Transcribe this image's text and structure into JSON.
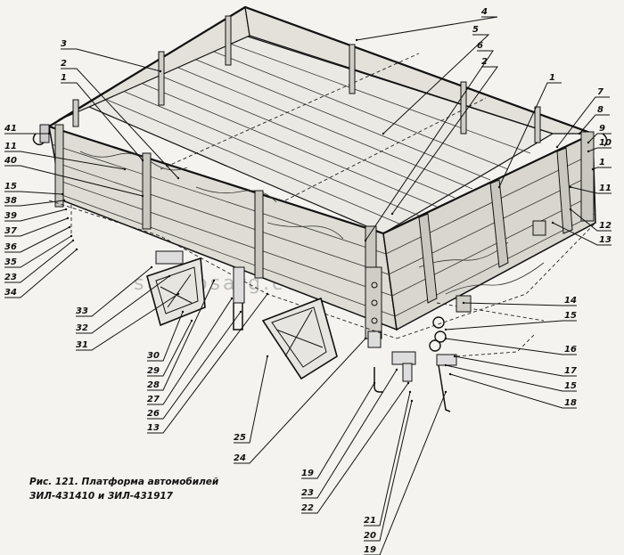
{
  "caption": {
    "line1": "Рис. 121. Платформа автомобилей",
    "line2": "ЗИЛ-431410 и ЗИЛ-431917"
  },
  "watermark": "studiosarg.com",
  "callouts": [
    {
      "id": "c4",
      "text": "4"
    },
    {
      "id": "c3",
      "text": "3"
    },
    {
      "id": "c5",
      "text": "5"
    },
    {
      "id": "c2a",
      "text": "2"
    },
    {
      "id": "c6",
      "text": "6"
    },
    {
      "id": "c2b",
      "text": "2"
    },
    {
      "id": "c1a",
      "text": "1"
    },
    {
      "id": "c1b",
      "text": "1"
    },
    {
      "id": "c7",
      "text": "7"
    },
    {
      "id": "c8",
      "text": "8"
    },
    {
      "id": "c9",
      "text": "9"
    },
    {
      "id": "c10",
      "text": "10"
    },
    {
      "id": "c1c",
      "text": "1"
    },
    {
      "id": "c11b",
      "text": "11"
    },
    {
      "id": "c12",
      "text": "12"
    },
    {
      "id": "c13b",
      "text": "13"
    },
    {
      "id": "c41",
      "text": "41"
    },
    {
      "id": "c11a",
      "text": "11"
    },
    {
      "id": "c40",
      "text": "40"
    },
    {
      "id": "c15a",
      "text": "15"
    },
    {
      "id": "c38",
      "text": "38"
    },
    {
      "id": "c39",
      "text": "39"
    },
    {
      "id": "c37",
      "text": "37"
    },
    {
      "id": "c36",
      "text": "36"
    },
    {
      "id": "c35",
      "text": "35"
    },
    {
      "id": "c23a",
      "text": "23"
    },
    {
      "id": "c34",
      "text": "34"
    },
    {
      "id": "c33",
      "text": "33"
    },
    {
      "id": "c32",
      "text": "32"
    },
    {
      "id": "c31",
      "text": "31"
    },
    {
      "id": "c30",
      "text": "30"
    },
    {
      "id": "c29",
      "text": "29"
    },
    {
      "id": "c28",
      "text": "28"
    },
    {
      "id": "c27",
      "text": "27"
    },
    {
      "id": "c26",
      "text": "26"
    },
    {
      "id": "c13a",
      "text": "13"
    },
    {
      "id": "c25",
      "text": "25"
    },
    {
      "id": "c24",
      "text": "24"
    },
    {
      "id": "c14",
      "text": "14"
    },
    {
      "id": "c15b",
      "text": "15"
    },
    {
      "id": "c16",
      "text": "16"
    },
    {
      "id": "c17",
      "text": "17"
    },
    {
      "id": "c15c",
      "text": "15"
    },
    {
      "id": "c18",
      "text": "18"
    },
    {
      "id": "c19a",
      "text": "19"
    },
    {
      "id": "c23b",
      "text": "23"
    },
    {
      "id": "c22",
      "text": "22"
    },
    {
      "id": "c21",
      "text": "21"
    },
    {
      "id": "c20",
      "text": "20"
    },
    {
      "id": "c19b",
      "text": "19"
    }
  ]
}
